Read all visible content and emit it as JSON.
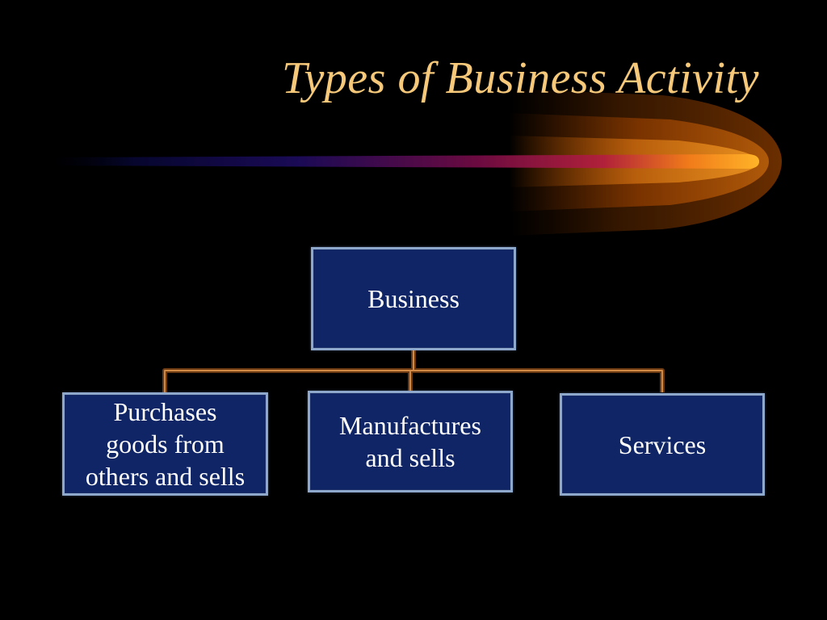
{
  "slide": {
    "title": "Types of Business Activity"
  },
  "diagram": {
    "root": {
      "label": "Business"
    },
    "children": [
      {
        "label": "Purchases\ngoods from\nothers and sells"
      },
      {
        "label": "Manufactures\nand sells"
      },
      {
        "label": "Services"
      }
    ]
  },
  "colors": {
    "background": "#000000",
    "title": "#f5c87a",
    "box_fill": "#0f2566",
    "box_border": "#8ea8cc",
    "box_text": "#ffffff",
    "connector": "#c07a3a",
    "beam_start": "#0a0a3a",
    "beam_mid": "#7a0a3a",
    "beam_end": "#ffb020"
  },
  "icons": {
    "decor": "comet-streak"
  }
}
